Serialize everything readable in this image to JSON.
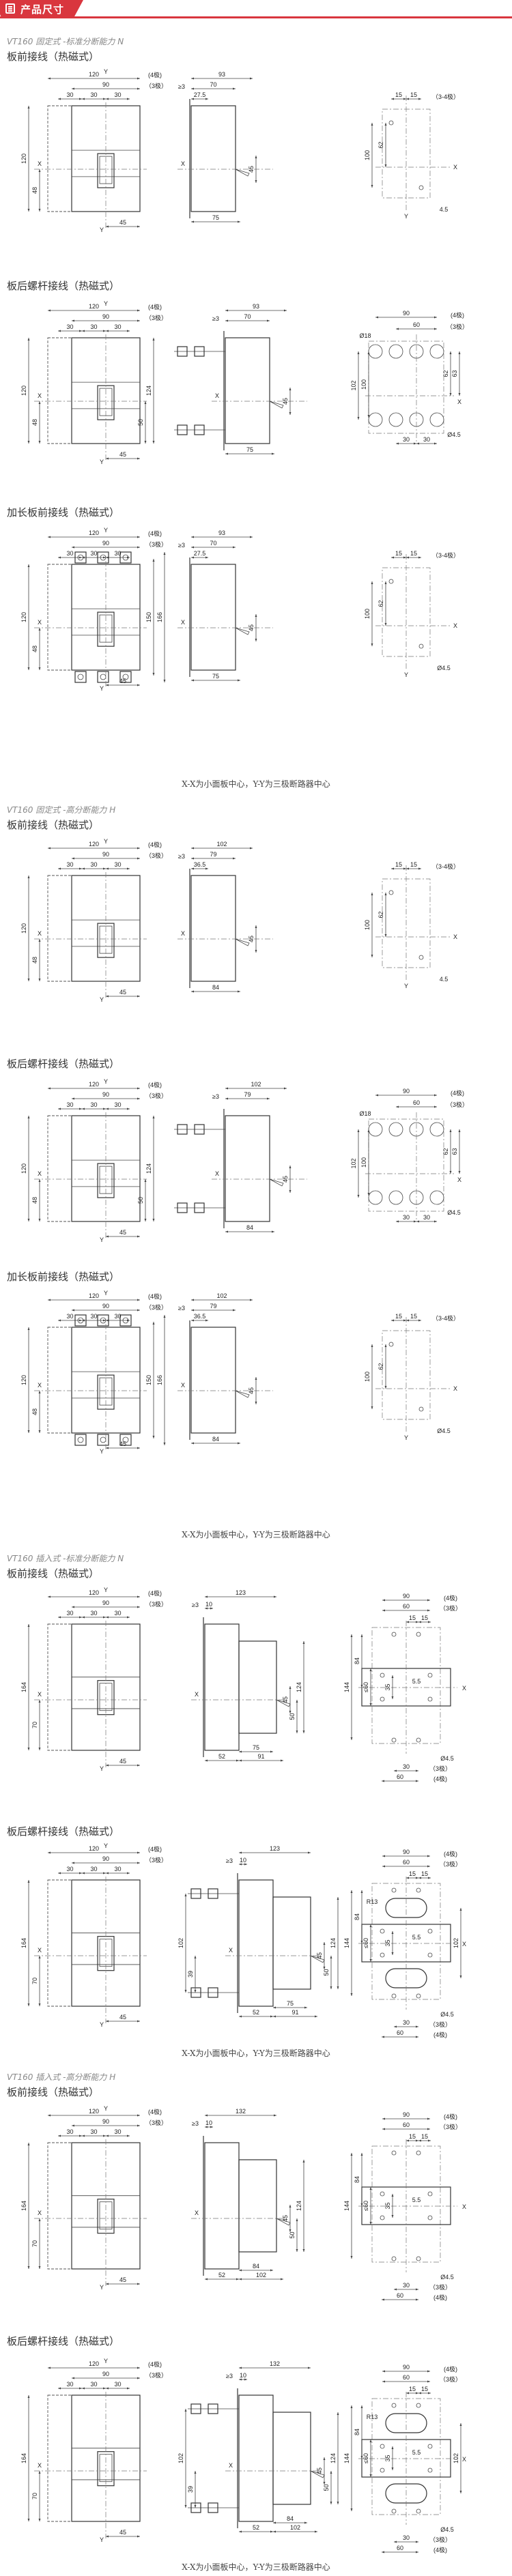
{
  "header": {
    "title": "产品尺寸",
    "icon": "document-list-icon",
    "accent_color": "#d9363e"
  },
  "note": "X-X为小面板中心，Y-Y为三极断路器中心",
  "sections": [
    {
      "series": "VT160 固定式 -标准分断能力 N",
      "views": [
        {
          "title": "板前接线（热磁式）",
          "front": {
            "w4": "120",
            "w3": "90",
            "p1": "30",
            "p2": "30",
            "p3": "30",
            "h": "120",
            "hx": "48",
            "hy": "45",
            "h2": "",
            "h3": ""
          },
          "side": {
            "a": "93",
            "b": "70",
            "c": "27.5",
            "d": "75",
            "gap": "≥3",
            "e": "45"
          },
          "mount": {
            "s1": "15",
            "s2": "15",
            "poles": "（3-4极）",
            "v1": "100",
            "v2": "62",
            "hole": "4.5"
          }
        },
        {
          "title": "板后螺杆接线（热磁式）",
          "front": {
            "w4": "120",
            "w3": "90",
            "p1": "30",
            "p2": "30",
            "p3": "30",
            "h": "120",
            "hx": "48",
            "hy": "45",
            "h2": "124",
            "h3": "50"
          },
          "side": {
            "a": "93",
            "b": "70",
            "c": "",
            "d": "75",
            "gap": "≥3",
            "e": "45"
          },
          "mount": {
            "w4": "90",
            "w3": "60",
            "dia": "Ø18",
            "v1": "102",
            "v2": "100",
            "v3": "62",
            "v4": "63",
            "hole": "Ø4.5",
            "s1": "30",
            "s2": "30"
          }
        },
        {
          "title": "加长板前接线（热磁式）",
          "front": {
            "w4": "120",
            "w3": "90",
            "p1": "30",
            "p2": "30",
            "p3": "30",
            "h": "120",
            "hx": "48",
            "hy": "45",
            "h2": "150",
            "h3": "166"
          },
          "side": {
            "a": "93",
            "b": "70",
            "c": "27.5",
            "d": "75",
            "gap": "≥3",
            "e": "45"
          },
          "mount": {
            "s1": "15",
            "s2": "15",
            "poles": "（3-4极）",
            "v1": "100",
            "v2": "62",
            "hole": "Ø4.5"
          }
        }
      ]
    },
    {
      "series": "VT160 固定式 -高分断能力 H",
      "views": [
        {
          "title": "板前接线（热磁式）",
          "front": {
            "w4": "120",
            "w3": "90",
            "p1": "30",
            "p2": "30",
            "p3": "30",
            "h": "120",
            "hx": "48",
            "hy": "45",
            "h2": "",
            "h3": ""
          },
          "side": {
            "a": "102",
            "b": "79",
            "c": "36.5",
            "d": "84",
            "gap": "≥3",
            "e": "45"
          },
          "mount": {
            "s1": "15",
            "s2": "15",
            "poles": "（3-4极）",
            "v1": "100",
            "v2": "62",
            "hole": "4.5"
          }
        },
        {
          "title": "板后螺杆接线（热磁式）",
          "front": {
            "w4": "120",
            "w3": "90",
            "p1": "30",
            "p2": "30",
            "p3": "30",
            "h": "120",
            "hx": "48",
            "hy": "45",
            "h2": "124",
            "h3": "50"
          },
          "side": {
            "a": "102",
            "b": "79",
            "c": "",
            "d": "84",
            "gap": "≥3",
            "e": "45"
          },
          "mount": {
            "w4": "90",
            "w3": "60",
            "dia": "Ø18",
            "v1": "102",
            "v2": "100",
            "v3": "62",
            "v4": "63",
            "hole": "Ø4.5",
            "s1": "30",
            "s2": "30"
          }
        },
        {
          "title": "加长板前接线（热磁式）",
          "front": {
            "w4": "120",
            "w3": "90",
            "p1": "30",
            "p2": "30",
            "p3": "30",
            "h": "120",
            "hx": "48",
            "hy": "45",
            "h2": "150",
            "h3": "166"
          },
          "side": {
            "a": "102",
            "b": "79",
            "c": "36.5",
            "d": "84",
            "gap": "≥3",
            "e": "45"
          },
          "mount": {
            "s1": "15",
            "s2": "15",
            "poles": "（3-4极）",
            "v1": "100",
            "v2": "62",
            "hole": "Ø4.5"
          }
        }
      ]
    },
    {
      "series": "VT160 插入式 -标准分断能力 N",
      "views": [
        {
          "title": "板前接线（热磁式）",
          "front": {
            "w4": "120",
            "w3": "90",
            "p1": "30",
            "p2": "30",
            "p3": "30",
            "h": "164",
            "hx": "70",
            "hy": "45",
            "h2": "",
            "h3": ""
          },
          "side": {
            "a": "123",
            "b": "10",
            "c": "",
            "d": "75",
            "gap": "≥3",
            "e": "45",
            "f": "50",
            "g": "124",
            "k": "52",
            "m": "91"
          },
          "mount": {
            "w4": "90",
            "w3": "60",
            "s1": "15",
            "s2": "15",
            "v1": "144",
            "v2": "84",
            "v3": "≤60",
            "v4": "35",
            "v5": "5.5",
            "hole": "Ø4.5",
            "b3": "30",
            "b4": "60",
            "r": ""
          }
        },
        {
          "title": "板后螺杆接线（热磁式）",
          "front": {
            "w4": "120",
            "w3": "90",
            "p1": "30",
            "p2": "30",
            "p3": "30",
            "h": "164",
            "hx": "70",
            "hy": "45",
            "h2": "",
            "h3": ""
          },
          "side": {
            "a": "123",
            "b": "10",
            "c": "",
            "d": "75",
            "gap": "≥3",
            "e": "45",
            "f": "50",
            "g": "124",
            "k": "52",
            "m": "91",
            "t1": "102",
            "t2": "39"
          },
          "mount": {
            "w4": "90",
            "w3": "60",
            "s1": "15",
            "s2": "15",
            "v1": "144",
            "v2": "84",
            "v3": "≤60",
            "v4": "35",
            "v5": "5.5",
            "hole": "Ø4.5",
            "b3": "30",
            "b4": "60",
            "r": "R13",
            "v6": "102"
          }
        }
      ]
    },
    {
      "series": "VT160 插入式 -高分断能力 H",
      "views": [
        {
          "title": "板前接线（热磁式）",
          "front": {
            "w4": "120",
            "w3": "90",
            "p1": "30",
            "p2": "30",
            "p3": "30",
            "h": "164",
            "hx": "70",
            "hy": "45",
            "h2": "",
            "h3": ""
          },
          "side": {
            "a": "132",
            "b": "10",
            "c": "",
            "d": "84",
            "gap": "≥3",
            "e": "45",
            "f": "50",
            "g": "124",
            "k": "52",
            "m": "102"
          },
          "mount": {
            "w4": "90",
            "w3": "60",
            "s1": "15",
            "s2": "15",
            "v1": "144",
            "v2": "84",
            "v3": "≤60",
            "v4": "35",
            "v5": "5.5",
            "hole": "Ø4.5",
            "b3": "30",
            "b4": "60",
            "r": ""
          }
        },
        {
          "title": "板后螺杆接线（热磁式）",
          "front": {
            "w4": "120",
            "w3": "90",
            "p1": "30",
            "p2": "30",
            "p3": "30",
            "h": "164",
            "hx": "70",
            "hy": "45",
            "h2": "",
            "h3": ""
          },
          "side": {
            "a": "132",
            "b": "10",
            "c": "",
            "d": "84",
            "gap": "≥3",
            "e": "45",
            "f": "50",
            "g": "124",
            "k": "52",
            "m": "102",
            "t1": "102",
            "t2": "39"
          },
          "mount": {
            "w4": "90",
            "w3": "60",
            "s1": "15",
            "s2": "15",
            "v1": "144",
            "v2": "84",
            "v3": "≤60",
            "v4": "35",
            "v5": "5.5",
            "hole": "Ø4.5",
            "b3": "30",
            "b4": "60",
            "r": "R13",
            "v6": "102"
          }
        }
      ]
    }
  ],
  "labels": {
    "pole4": "(4极)",
    "pole3": "（3极）",
    "axis_x": "X",
    "axis_y": "Y"
  }
}
